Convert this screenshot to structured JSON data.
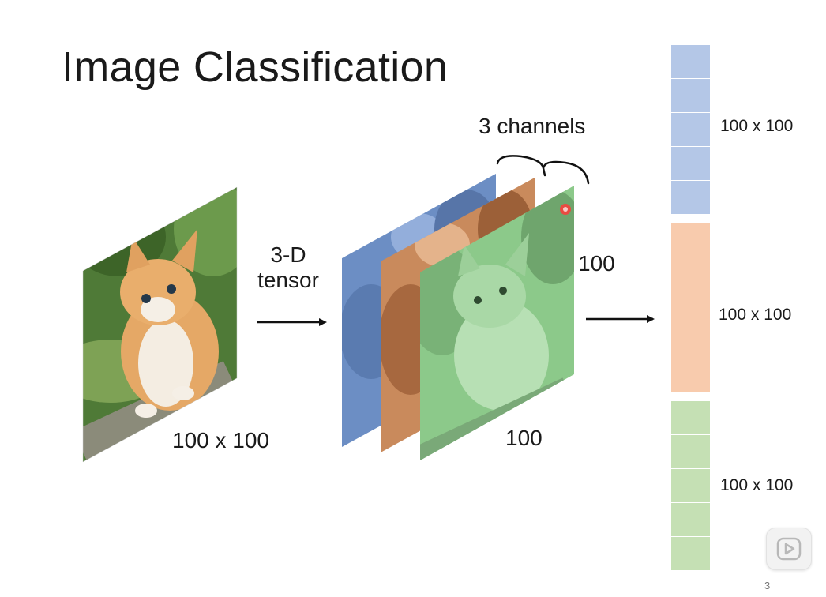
{
  "slide": {
    "title": "Image Classification",
    "page_number": "3"
  },
  "input_image": {
    "label": "100 x 100"
  },
  "tensor_arrow": {
    "label_line1": "3-D",
    "label_line2": "tensor"
  },
  "channels": {
    "brace_label": "3 channels",
    "height_label": "100",
    "width_label": "100",
    "layers": [
      {
        "name": "blue-channel",
        "color": "#6c8ec4"
      },
      {
        "name": "orange-channel",
        "color": "#c98a5c"
      },
      {
        "name": "green-channel",
        "color": "#8cc98a"
      }
    ]
  },
  "flat_vector": {
    "segments": [
      {
        "label": "100 x 100",
        "color": "#b4c7e7",
        "cells": 5
      },
      {
        "label": "100 x 100",
        "color": "#f8cbad",
        "cells": 5
      },
      {
        "label": "100 x 100",
        "color": "#c5e0b4",
        "cells": 5
      }
    ]
  },
  "icons": {
    "right_arrow": "right-arrow-icon",
    "curly_brace": "curly-brace-icon",
    "pointer_dot": "laser-pointer-icon",
    "play": "play-icon"
  }
}
